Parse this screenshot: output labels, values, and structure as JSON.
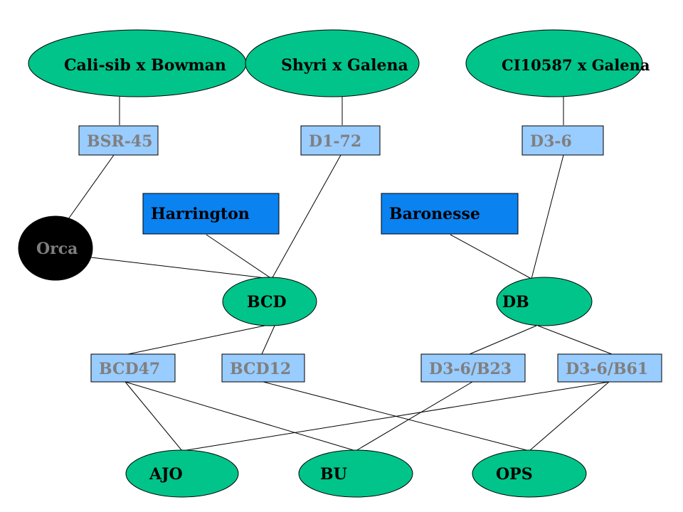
{
  "colors": {
    "oval_fill": "#00c48a",
    "light_box_fill": "#99ccff",
    "dark_box_fill": "#0a82f0",
    "black_node_fill": "#000000",
    "dark_text": "#000000",
    "muted_text": "#7f7f7f"
  },
  "nodes": {
    "cali_sib_x_bowman": "Cali-sib x Bowman",
    "shyri_x_galena": "Shyri x Galena",
    "ci10587_x_galena": "CI10587 x Galena",
    "bsr_45": "BSR-45",
    "d1_72": "D1-72",
    "d3_6": "D3-6",
    "harrington": "Harrington",
    "baronesse": "Baronesse",
    "orca": "Orca",
    "bcd": "BCD",
    "db": "DB",
    "bcd47": "BCD47",
    "bcd12": "BCD12",
    "d3_6_b23": "D3-6/B23",
    "d3_6_b61": "D3-6/B61",
    "ajo": "AJO",
    "bu": "BU",
    "ops": "OPS"
  }
}
